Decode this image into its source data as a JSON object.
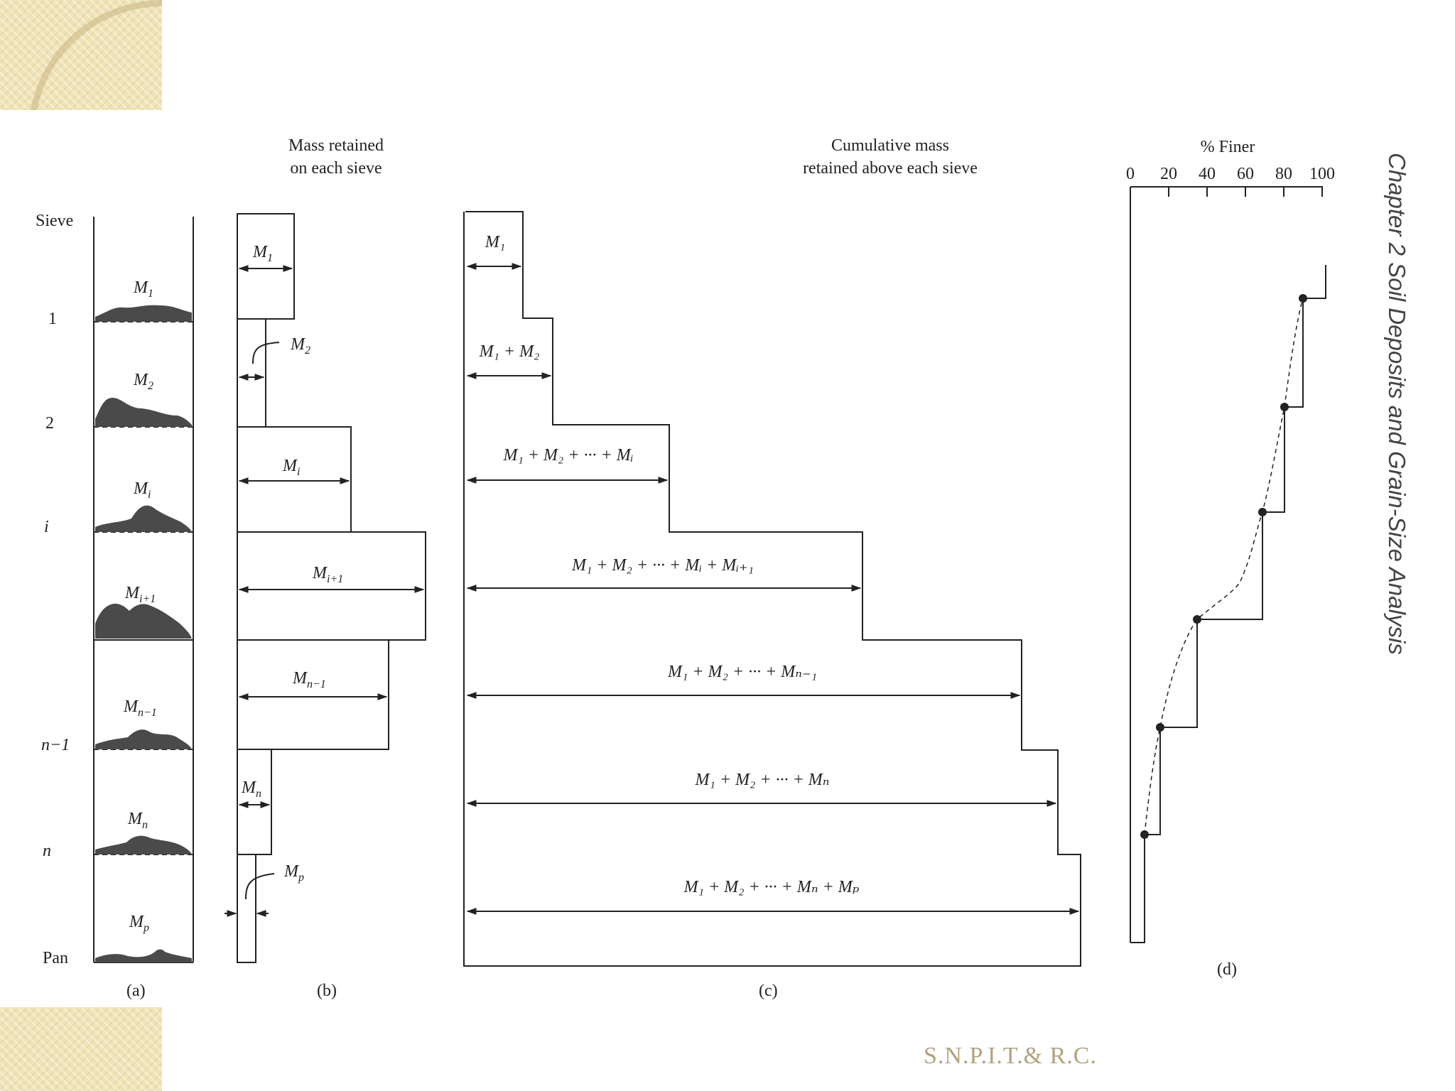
{
  "footer": {
    "credit": "S.N.P.I.T.& R.C."
  },
  "side_title": "Chapter 2   Soil Deposits and Grain-Size Analysis",
  "panel_a": {
    "header": "Sieve",
    "sieve_labels": [
      "1",
      "2",
      "i",
      "n−1",
      "n",
      "Pan"
    ],
    "mass_labels": [
      {
        "b": "M",
        "s": "1"
      },
      {
        "b": "M",
        "s": "2"
      },
      {
        "b": "M",
        "s": "i"
      },
      {
        "b": "M",
        "s": "i+1"
      },
      {
        "b": "M",
        "s": "n−1"
      },
      {
        "b": "M",
        "s": "n"
      },
      {
        "b": "M",
        "s": "p"
      }
    ],
    "caption": "(a)"
  },
  "panel_b": {
    "title_line1": "Mass retained",
    "title_line2": "on each sieve",
    "labels": [
      {
        "b": "M",
        "s": "1"
      },
      {
        "b": "M",
        "s": "2"
      },
      {
        "b": "M",
        "s": "i"
      },
      {
        "b": "M",
        "s": "i+1"
      },
      {
        "b": "M",
        "s": "n−1"
      },
      {
        "b": "M",
        "s": "n"
      },
      {
        "b": "M",
        "s": "p"
      }
    ],
    "caption": "(b)"
  },
  "panel_c": {
    "title_line1": "Cumulative mass",
    "title_line2": "retained above each sieve",
    "labels": [
      "M₁",
      "M₁ + M₂",
      "M₁ + M₂ + ··· + Mᵢ",
      "M₁ + M₂ + ··· + Mᵢ + Mᵢ₊₁",
      "M₁ + M₂ + ··· + Mₙ₋₁",
      "M₁ + M₂ + ··· + Mₙ",
      "M₁ + M₂ + ··· + Mₙ + Mₚ"
    ],
    "caption": "(c)"
  },
  "panel_d": {
    "title": "% Finer",
    "ticks": [
      "0",
      "20",
      "40",
      "60",
      "80",
      "100"
    ],
    "caption": "(d)"
  },
  "colors": {
    "ink": "#222222",
    "fill": "#4a4a4a",
    "footer": "#b2a27e"
  }
}
